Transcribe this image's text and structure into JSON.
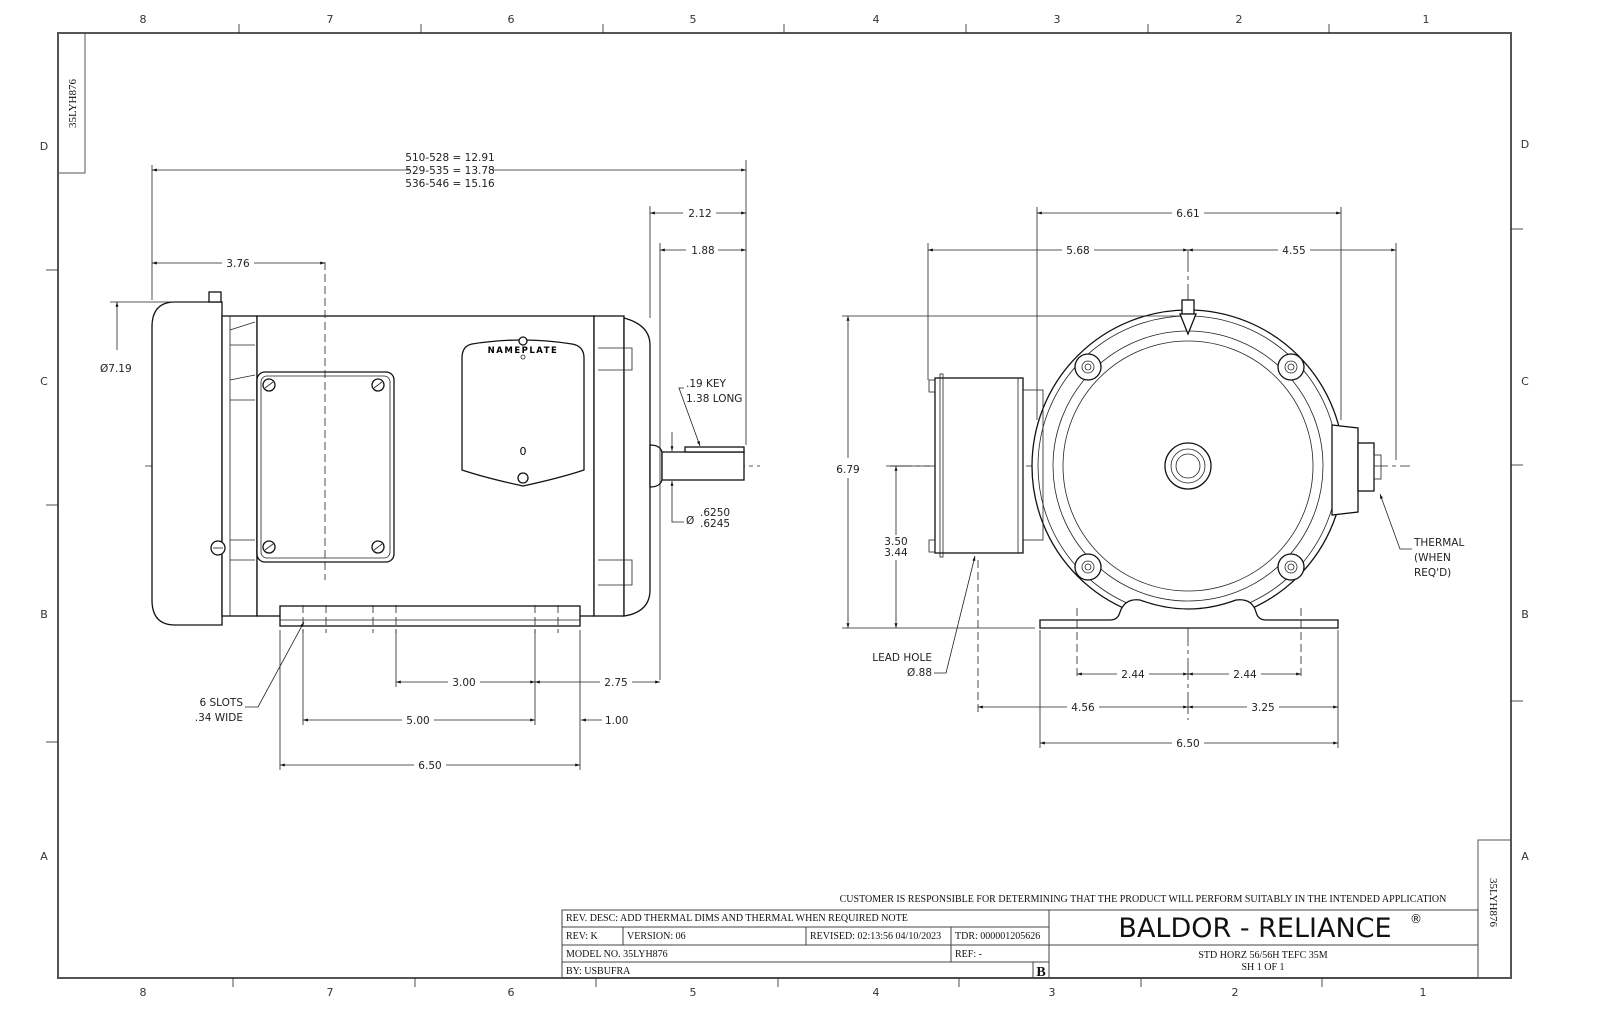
{
  "drawing": {
    "part_number_tab": "35LYH876",
    "part_number_tab_rotated": "35LYH876",
    "zones_top": [
      "8",
      "7",
      "6",
      "5",
      "4",
      "3",
      "2",
      "1"
    ],
    "zones_bottom": [
      "8",
      "7",
      "6",
      "5",
      "4",
      "3",
      "2",
      "1"
    ],
    "zones_left": [
      "D",
      "C",
      "B",
      "A"
    ],
    "zones_right": [
      "D",
      "C",
      "B",
      "A"
    ]
  },
  "side_view": {
    "overall_length": [
      "510-528 = 12.91",
      "529-535 = 13.78",
      "536-546 = 15.16"
    ],
    "dim_2_12": "2.12",
    "dim_1_88": "1.88",
    "dim_3_76": "3.76",
    "diameter": "Ø7.19",
    "nameplate": "NAMEPLATE",
    "nameplate_mark": "0",
    "key_line1": ".19 KEY",
    "key_line2": "1.38 LONG",
    "shaft_dia_prefix": "Ø",
    "shaft_dia_max": ".6250",
    "shaft_dia_min": ".6245",
    "slots_line1": "6 SLOTS",
    "slots_line2": ".34 WIDE",
    "dim_3_00": "3.00",
    "dim_2_75": "2.75",
    "dim_5_00": "5.00",
    "dim_1_00": "1.00",
    "dim_6_50": "6.50"
  },
  "end_view": {
    "dim_6_61": "6.61",
    "dim_5_68": "5.68",
    "dim_4_55": "4.55",
    "dim_6_79": "6.79",
    "dim_3_50": "3.50",
    "dim_3_44": "3.44",
    "lead_hole_line1": "LEAD HOLE",
    "lead_hole_line2": "Ø.88",
    "thermal_line1": "THERMAL",
    "thermal_line2": "(WHEN",
    "thermal_line3": "REQ'D)",
    "dim_2_44_left": "2.44",
    "dim_2_44_right": "2.44",
    "dim_4_56": "4.56",
    "dim_3_25": "3.25",
    "dim_6_50": "6.50"
  },
  "title_block": {
    "disclaimer": "CUSTOMER IS RESPONSIBLE FOR DETERMINING THAT THE PRODUCT WILL PERFORM SUITABLY IN THE INTENDED APPLICATION",
    "rev_desc": "REV. DESC: ADD THERMAL DIMS AND THERMAL WHEN REQUIRED NOTE",
    "rev": "REV:  K",
    "version": "VERSION:  06",
    "revised": "REVISED:  02:13:56 04/10/2023",
    "tdr": "TDR: 000001205626",
    "model_no": "MODEL NO.   35LYH876",
    "ref": "REF:  -",
    "by": "BY: USBUFRA",
    "size": "B",
    "brand": "BALDOR - RELIANCE",
    "registered": "®",
    "description": "STD HORZ 56/56H TEFC 35M",
    "sheet": "SH 1 OF 1"
  }
}
